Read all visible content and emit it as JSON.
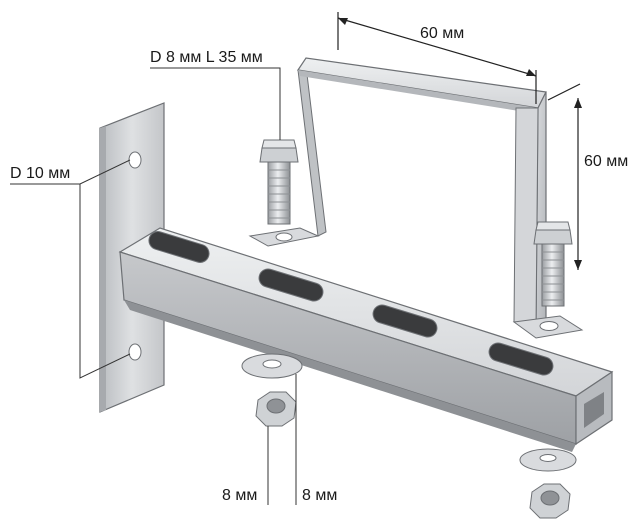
{
  "labels": {
    "bolt_spec": "D 8 мм L 35 мм",
    "bracket_width": "60 мм",
    "bracket_height": "60 мм",
    "plate_hole": "D 10 мм",
    "nut_size": "8 мм",
    "washer_size": "8 мм"
  },
  "colors": {
    "metal_light": "#e6e7e9",
    "metal_mid": "#c9cbce",
    "metal_dark": "#9fa2a6",
    "slot_dark": "#3a3b3d",
    "outline": "#6d7074"
  }
}
